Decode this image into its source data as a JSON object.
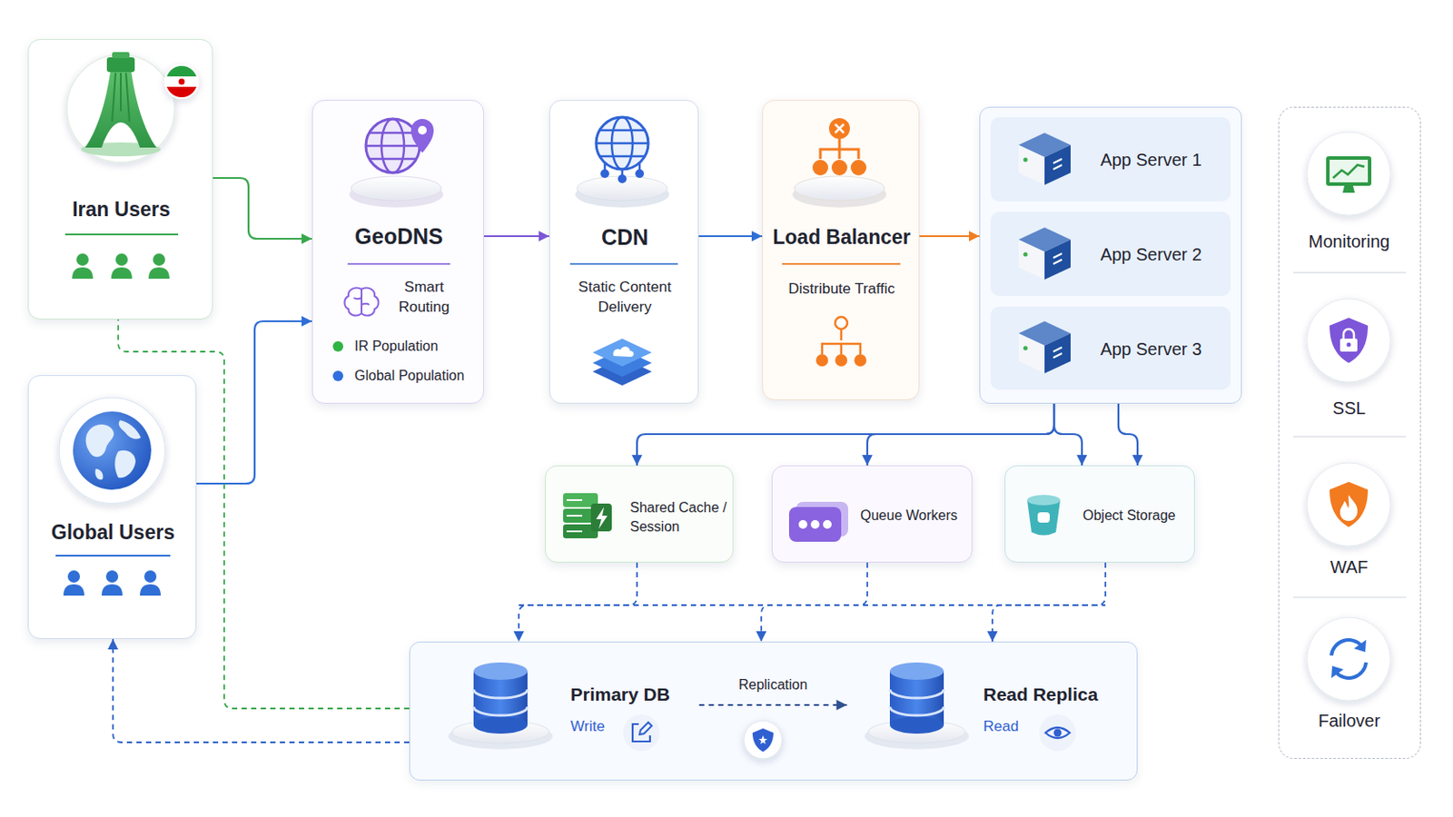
{
  "diagram": {
    "nodes": [
      {
        "text": [
          "Iran Users"
        ]
      },
      {
        "text": [
          "Global Users"
        ]
      },
      {
        "text": [
          "GeoDNS",
          "Smart Routing"
        ]
      },
      {
        "text": [
          "CDN",
          "Static Content Delivery"
        ]
      },
      {
        "text": [
          "Load Balancer",
          "Distribute Traffic"
        ]
      },
      {
        "text": []
      },
      {
        "text": [
          "App Server 1"
        ],
        "in": 5
      },
      {
        "text": [
          "App Server 2"
        ],
        "in": 5
      },
      {
        "text": [
          "App Server 3"
        ],
        "in": 5
      },
      {
        "text": [
          "Shared Cache / Session"
        ]
      },
      {
        "text": [
          "Queue Workers"
        ]
      },
      {
        "text": [
          "Object Storage"
        ]
      },
      {
        "text": []
      },
      {
        "text": [
          "Primary DB",
          "Write"
        ],
        "in": 12
      },
      {
        "text": [
          "Read Replica",
          "Read"
        ],
        "in": 12
      },
      {
        "text": []
      },
      {
        "text": [
          "Monitoring"
        ],
        "in": 15
      },
      {
        "text": [
          "SSL"
        ],
        "in": 15
      },
      {
        "text": [
          "WAF"
        ],
        "in": 15
      },
      {
        "text": [
          "Failover"
        ],
        "in": 15
      }
    ],
    "edges": [
      {
        "from": 0,
        "to": 2,
        "arrow": "to"
      },
      {
        "from": 1,
        "to": 2,
        "arrow": "to"
      },
      {
        "from": 2,
        "to": 3,
        "arrow": "to"
      },
      {
        "from": 3,
        "to": 4,
        "arrow": "to"
      },
      {
        "from": 4,
        "to": 5,
        "arrow": "to"
      },
      {
        "from": 5,
        "to": 9,
        "arrow": "to"
      },
      {
        "from": 5,
        "to": 10,
        "arrow": "to"
      },
      {
        "from": 5,
        "to": 11,
        "arrow": "to"
      },
      {
        "from": 5,
        "to": 11,
        "arrow": "to"
      },
      {
        "from": 9,
        "to": 12,
        "arrow": "to"
      },
      {
        "from": 10,
        "to": 12,
        "arrow": "to"
      },
      {
        "from": 11,
        "to": 12,
        "arrow": "to"
      },
      {
        "from": 13,
        "to": 14,
        "label": "Replication",
        "arrow": "to"
      },
      {
        "from": 12,
        "to": 1,
        "arrow": "to"
      },
      {
        "from": 12,
        "to": 0,
        "arrow": "none"
      }
    ],
    "legend": [
      {
        "text": "IR Population",
        "color": "#2fb344"
      },
      {
        "text": "Global Population",
        "color": "#2f6fe0"
      }
    ]
  }
}
